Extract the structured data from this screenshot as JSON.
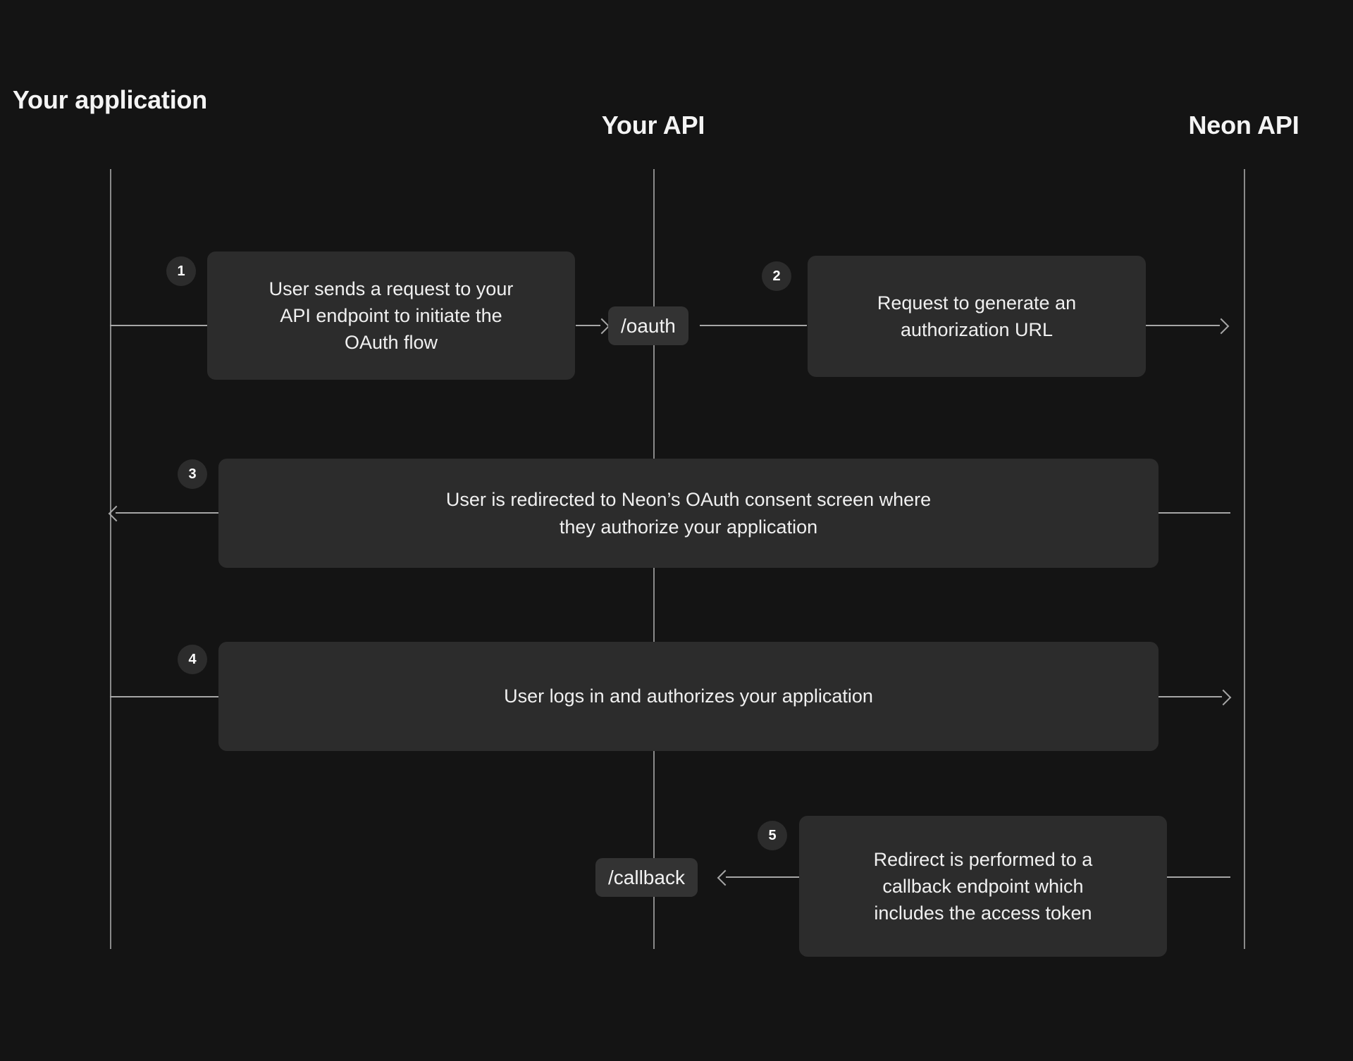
{
  "diagram": {
    "title": "Neon OAuth flow sequence diagram",
    "background_color": "#141414",
    "box_color": "#2c2c2c",
    "line_color": "#a6a6a6",
    "text_color": "#f2f2f2"
  },
  "columns": [
    {
      "id": "your-application",
      "label": "Your\napplication"
    },
    {
      "id": "your-api",
      "label": "Your API"
    },
    {
      "id": "neon-api",
      "label": "Neon API"
    }
  ],
  "steps": [
    {
      "number": "1",
      "text": "User sends a request to your\nAPI endpoint to initiate the\nOAuth flow",
      "from": "your-application",
      "to": "your-api"
    },
    {
      "number": "2",
      "text": "Request to generate an\nauthorization URL",
      "from": "your-api",
      "to": "neon-api"
    },
    {
      "number": "3",
      "text": "User is redirected to Neon’s OAuth consent screen where\nthey authorize your application",
      "from": "neon-api",
      "to": "your-application"
    },
    {
      "number": "4",
      "text": "User logs in and authorizes your application",
      "from": "your-application",
      "to": "neon-api"
    },
    {
      "number": "5",
      "text": "Redirect is performed to a\ncallback endpoint which\nincludes the access token",
      "from": "neon-api",
      "to": "your-api"
    }
  ],
  "endpoints": [
    {
      "id": "oauth",
      "label": "/oauth"
    },
    {
      "id": "callback",
      "label": "/callback"
    }
  ]
}
